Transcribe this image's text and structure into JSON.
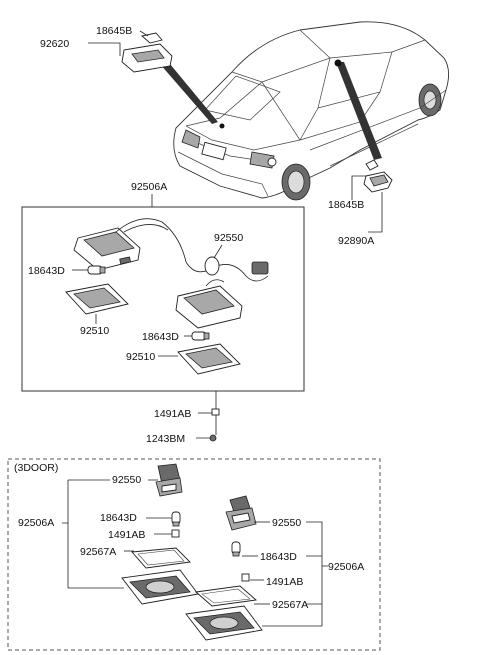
{
  "labels": {
    "l_92620": "92620",
    "l_18645B_top": "18645B",
    "l_18645B_right": "18645B",
    "l_92890A": "92890A",
    "l_92506A_main": "92506A",
    "l_92550_main": "92550",
    "l_18643D_left": "18643D",
    "l_92510_left": "92510",
    "l_18643D_mid": "18643D",
    "l_92510_mid": "92510",
    "l_1491AB_main": "1491AB",
    "l_1243BM": "1243BM",
    "section_3door": "(3DOOR)",
    "l_92550_3d_left": "92550",
    "l_92506A_3d_left": "92506A",
    "l_18643D_3d_left": "18643D",
    "l_1491AB_3d_left": "1491AB",
    "l_92567A_3d_left": "92567A",
    "l_92550_3d_right": "92550",
    "l_18643D_3d_right": "18643D",
    "l_1491AB_3d_right": "1491AB",
    "l_92567A_3d_right": "92567A",
    "l_92506A_3d_right": "92506A"
  }
}
